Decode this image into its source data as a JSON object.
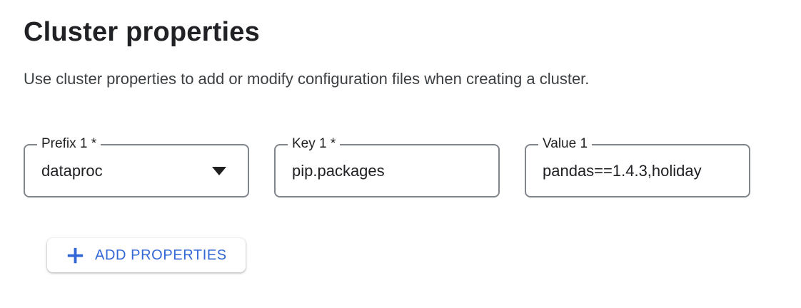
{
  "page": {
    "title": "Cluster properties",
    "description": "Use cluster properties to add or modify configuration files when creating a cluster."
  },
  "form": {
    "fields": [
      {
        "label": "Prefix 1 *",
        "value": "dataproc",
        "type": "select",
        "required": true
      },
      {
        "label": "Key 1 *",
        "value": "pip.packages",
        "type": "text",
        "required": true
      },
      {
        "label": "Value 1",
        "value": "pandas==1.4.3,holiday",
        "type": "text",
        "required": false
      }
    ],
    "add_button_label": "ADD PROPERTIES"
  },
  "icons": {
    "dropdown": "arrow-drop-down-icon",
    "add": "plus-icon"
  },
  "colors": {
    "accent_blue": "#3367d6",
    "text_primary": "#202124",
    "text_secondary": "#3c4043",
    "field_border": "#80868b",
    "background": "#ffffff"
  }
}
